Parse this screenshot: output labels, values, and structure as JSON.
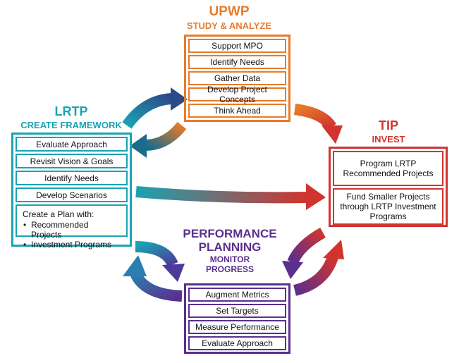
{
  "colors": {
    "upwp": "#e87b2a",
    "lrtp": "#1aa3b3",
    "tip": "#d1342e",
    "perf": "#5b2f8e"
  },
  "upwp": {
    "title": "UPWP",
    "subtitle": "STUDY & ANALYZE",
    "items": [
      "Support MPO",
      "Identify Needs",
      "Gather Data",
      "Develop Project Concepts",
      "Think Ahead"
    ]
  },
  "lrtp": {
    "title": "LRTP",
    "subtitle": "CREATE FRAMEWORK",
    "items": [
      "Evaluate Approach",
      "Revisit Vision & Goals",
      "Identify Needs",
      "Develop Scenarios"
    ],
    "plan_heading": "Create a Plan with:",
    "plan_bullets": [
      "Recommended Projects",
      "Investment Programs"
    ]
  },
  "tip": {
    "title": "TIP",
    "subtitle": "INVEST",
    "items": [
      "Program LRTP Recommended Projects",
      "Fund Smaller Projects through LRTP Investment Programs"
    ]
  },
  "perf": {
    "title_line1": "PERFORMANCE",
    "title_line2": "PLANNING",
    "subtitle_line1": "MONITOR",
    "subtitle_line2": "PROGRESS",
    "items": [
      "Augment Metrics",
      "Set Targets",
      "Measure Performance",
      "Evaluate Approach"
    ]
  }
}
